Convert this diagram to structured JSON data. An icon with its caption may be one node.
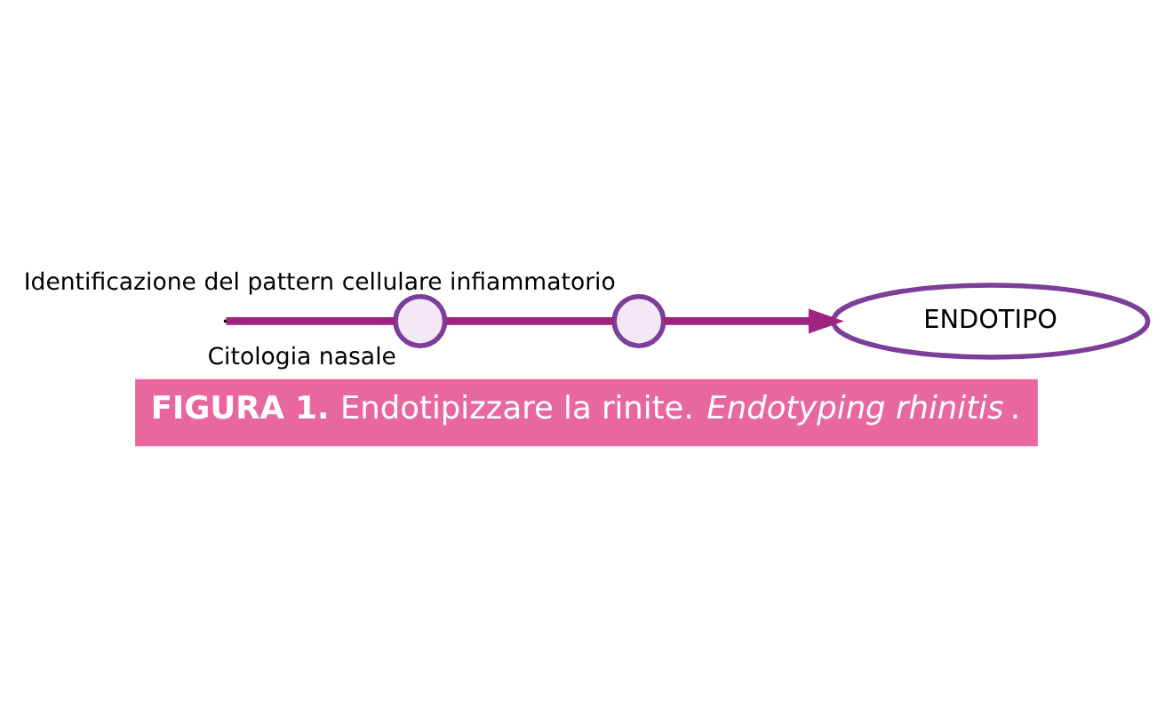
{
  "diagram": {
    "caption": "**FIGURA 1.** Endotipizzare la rinite. *Endotyping rhinitis*.",
    "nodes": [
      {
        "text": [],
        "shape": "circle",
        "beside": [
          "Citologia nasale"
        ]
      },
      {
        "text": [],
        "shape": "circle",
        "beside": [
          "Identificazione del pattern cellulare infiammatorio"
        ]
      },
      {
        "text": [
          "ENDOTIPO"
        ]
      }
    ],
    "edges": [
      {
        "from": null,
        "to": 0,
        "arrow": "none"
      },
      {
        "from": 0,
        "to": 1,
        "arrow": "none"
      },
      {
        "from": 1,
        "to": 2,
        "arrow": "to"
      }
    ]
  }
}
